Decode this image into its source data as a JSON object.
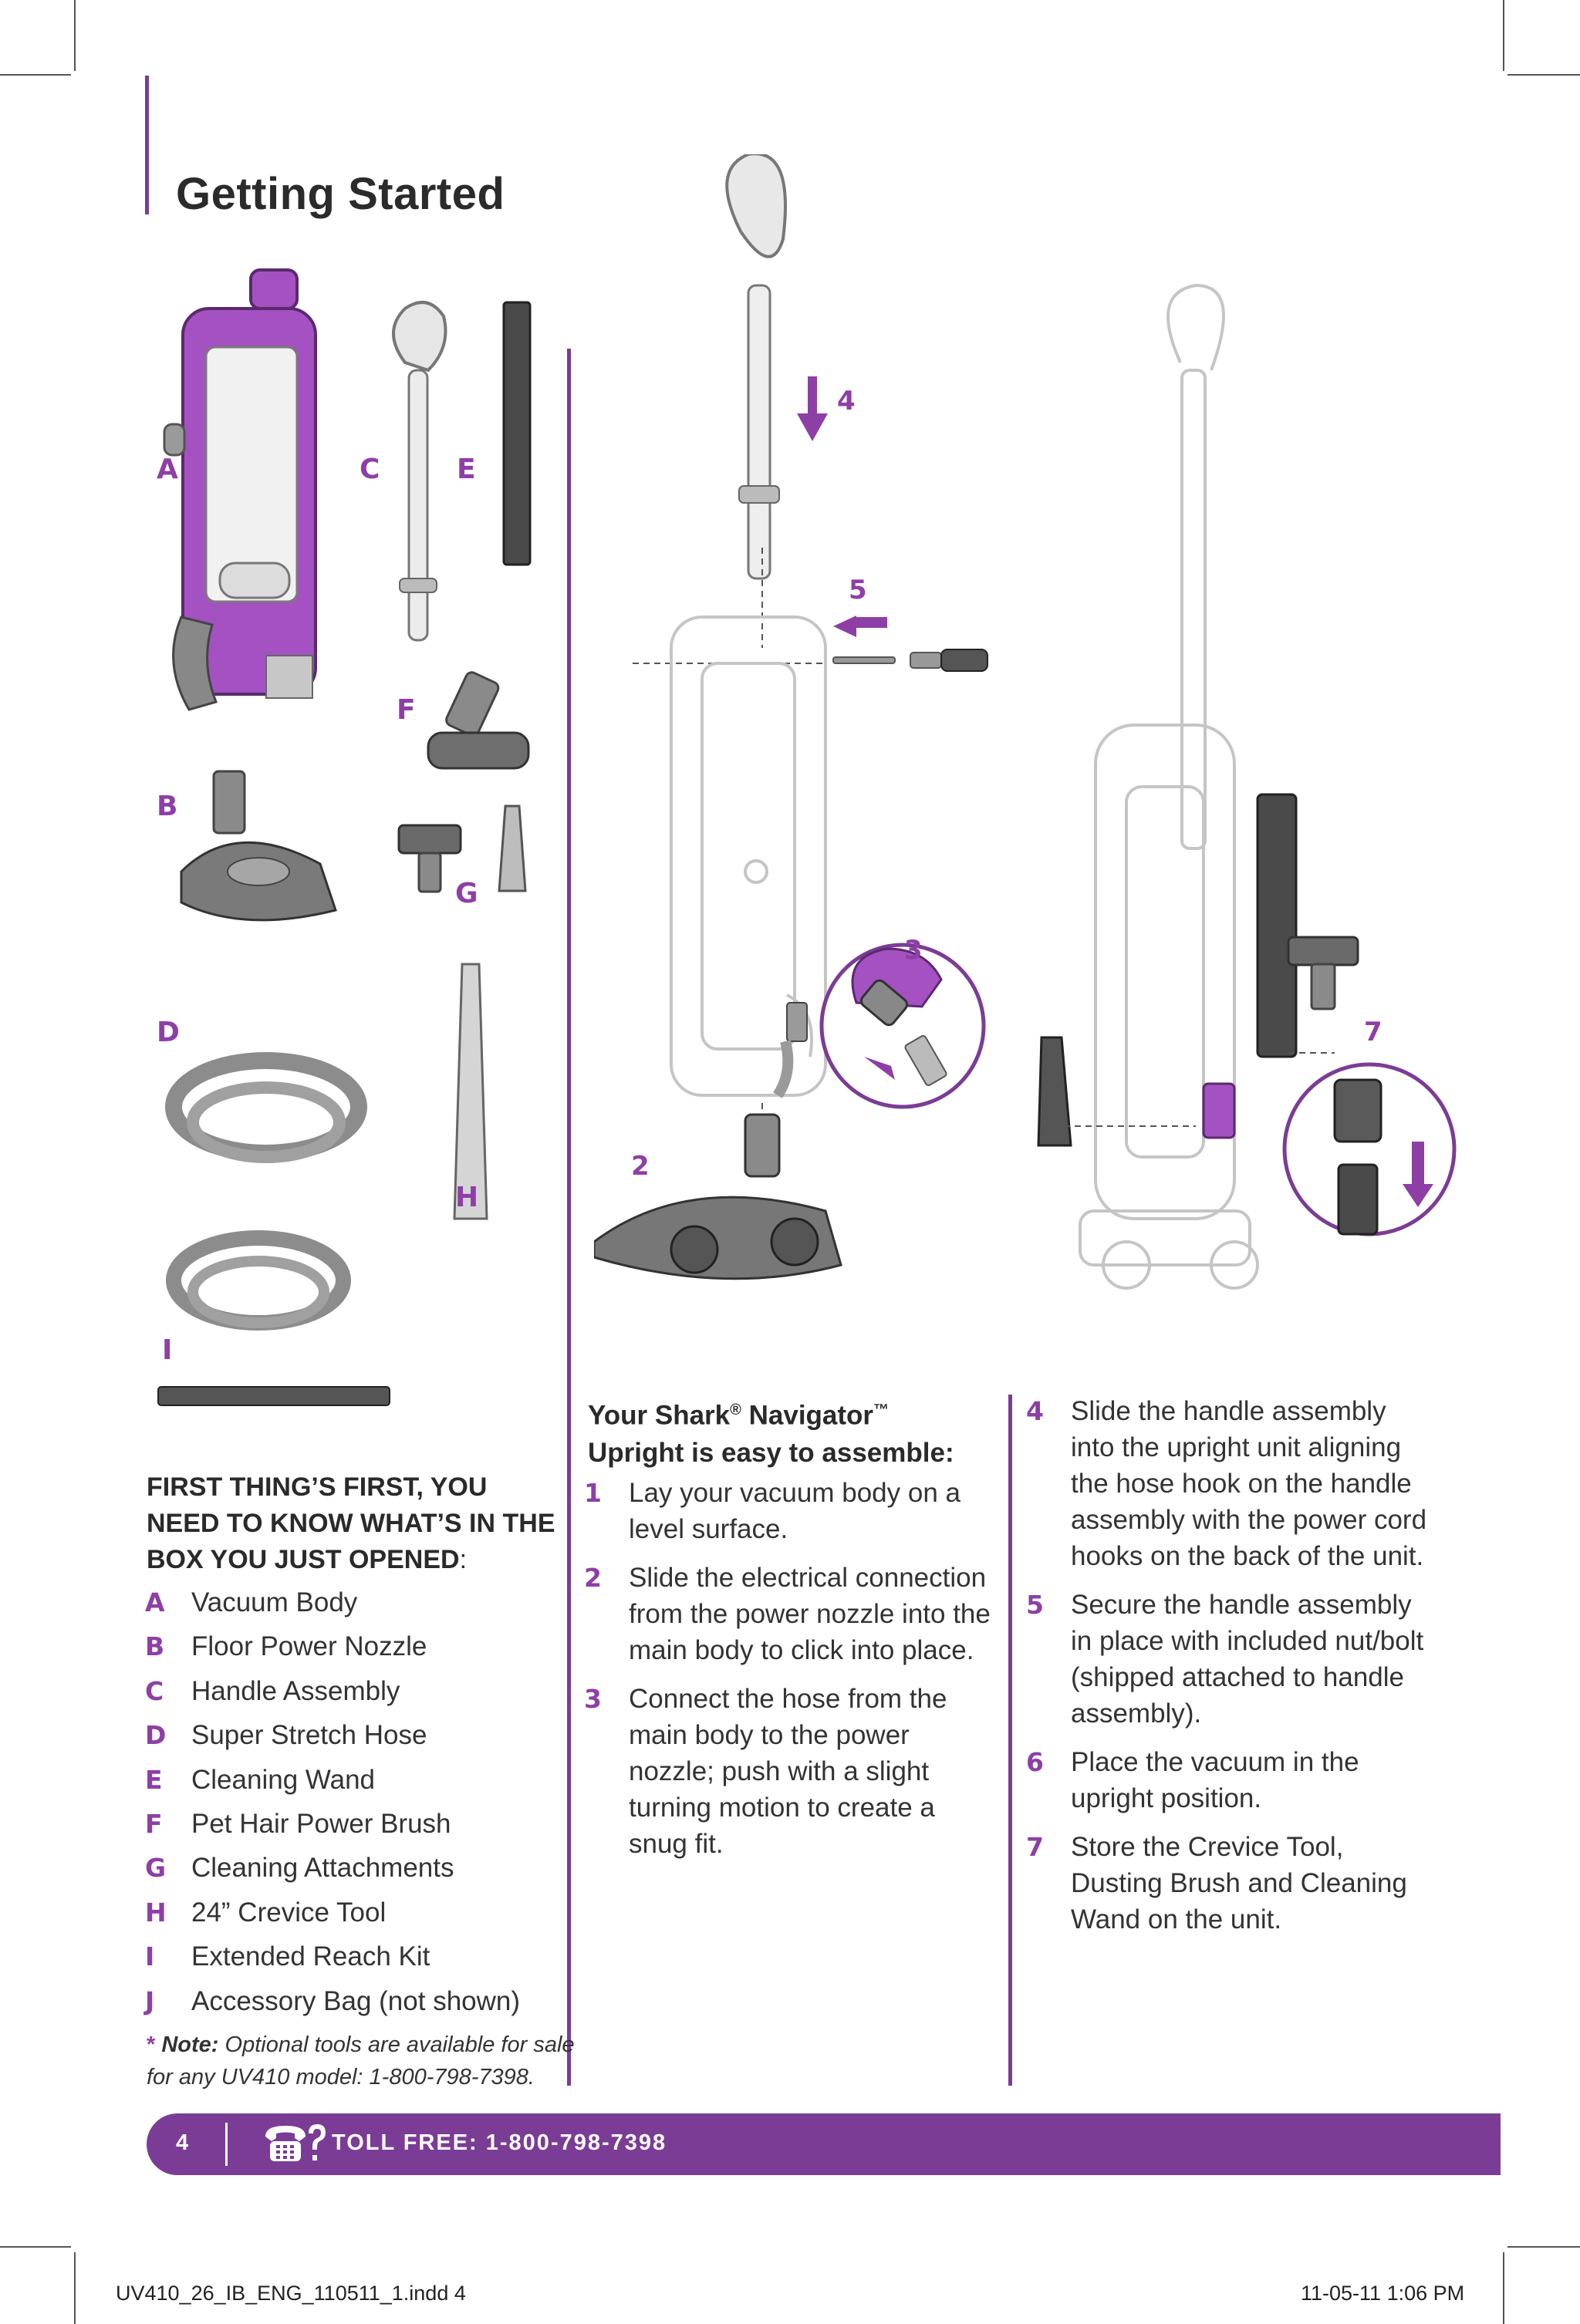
{
  "page": {
    "title": "Getting Started",
    "page_number": "4",
    "toll_free": "TOLL FREE: 1-800-798-7398",
    "slug_left": "UV410_26_IB_ENG_110511_1.indd   4",
    "slug_right": "11-05-11   1:06 PM"
  },
  "parts_figure": {
    "labels": {
      "a": "A",
      "b": "B",
      "c": "C",
      "d": "D",
      "e": "E",
      "f": "F",
      "g": "G",
      "h": "H",
      "i": "I"
    }
  },
  "assembly_figure": {
    "step_labels": {
      "s2": "2",
      "s3": "3",
      "s4": "4",
      "s5": "5",
      "s7": "7"
    }
  },
  "box_contents": {
    "heading": "FIRST THING’S FIRST, YOU NEED TO KNOW WHAT’S IN THE BOX YOU JUST OPENED",
    "heading_suffix": ":",
    "items": [
      {
        "letter": "A",
        "name": "Vacuum Body"
      },
      {
        "letter": "B",
        "name": "Floor Power Nozzle"
      },
      {
        "letter": "C",
        "name": "Handle Assembly"
      },
      {
        "letter": "D",
        "name": "Super Stretch Hose"
      },
      {
        "letter": "E",
        "name": "Cleaning Wand"
      },
      {
        "letter": "F",
        "name": "Pet Hair Power Brush"
      },
      {
        "letter": "G",
        "name": "Cleaning Attachments"
      },
      {
        "letter": "H",
        "name": "24” Crevice Tool"
      },
      {
        "letter": "I",
        "name": "Extended Reach Kit"
      },
      {
        "letter": "J",
        "name": "Accessory Bag (not shown)"
      }
    ],
    "note_marker": "*",
    "note_label": "Note:",
    "note_text": "Optional tools are available for sale for any UV410 model: 1-800-798-7398."
  },
  "assembly": {
    "intro_line1": "Your Shark",
    "intro_reg": "®",
    "intro_line1b": " Navigator",
    "intro_tm": "™",
    "intro_line2": "Upright is easy to assemble:",
    "steps": [
      {
        "num": "1",
        "text": "Lay your vacuum body on a level surface."
      },
      {
        "num": "2",
        "text": "Slide the electrical connection from the power nozzle into the main body to click into place."
      },
      {
        "num": "3",
        "text": "Connect the hose from the main body to the power nozzle; push with a slight turning motion to create a snug fit."
      },
      {
        "num": "4",
        "text": "Slide the handle assembly into the upright unit aligning the hose hook on the handle assembly with the power cord hooks on the back of the unit."
      },
      {
        "num": "5",
        "text": "Secure the handle assembly in place with included nut/bolt (shipped attached to handle assembly)."
      },
      {
        "num": "6",
        "text": "Place the vacuum in the upright position."
      },
      {
        "num": "7",
        "text": "Store the Crevice Tool, Dusting Brush and Cleaning Wand on the unit."
      }
    ]
  },
  "colors": {
    "accent": "#7b3c96",
    "label": "#8e3fa6"
  }
}
